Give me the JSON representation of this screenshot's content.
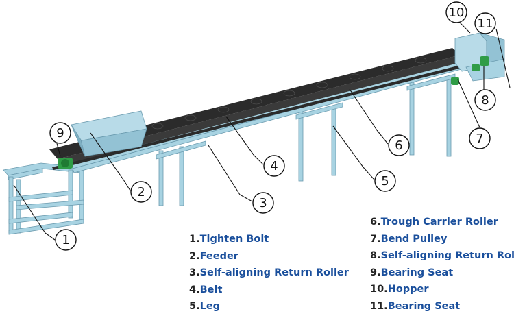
{
  "colors": {
    "steel": "#a8d3e2",
    "steel_shadow": "#7fb0c3",
    "belt": "#2b2b2b",
    "bearing": "#2f9c46",
    "legend_text": "#1a4f9c",
    "legend_number": "#222222"
  },
  "callouts": [
    {
      "n": "1"
    },
    {
      "n": "2"
    },
    {
      "n": "3"
    },
    {
      "n": "4"
    },
    {
      "n": "5"
    },
    {
      "n": "6"
    },
    {
      "n": "7"
    },
    {
      "n": "8"
    },
    {
      "n": "9"
    },
    {
      "n": "10"
    },
    {
      "n": "11"
    }
  ],
  "legend": {
    "left": [
      {
        "num": "1.",
        "label": "Tighten Bolt"
      },
      {
        "num": "2.",
        "label": "Feeder"
      },
      {
        "num": "3.",
        "label": "Self-aligning Return Roller"
      },
      {
        "num": "4.",
        "label": "Belt"
      },
      {
        "num": "5.",
        "label": "Leg"
      }
    ],
    "right": [
      {
        "num": "6.",
        "label": "Trough Carrier Roller"
      },
      {
        "num": "7.",
        "label": "Bend Pulley"
      },
      {
        "num": "8.",
        "label": "Self-aligning Return Roller"
      },
      {
        "num": "9.",
        "label": "Bearing Seat"
      },
      {
        "num": "10.",
        "label": "Hopper"
      },
      {
        "num": "11.",
        "label": "Bearing Seat"
      }
    ]
  }
}
